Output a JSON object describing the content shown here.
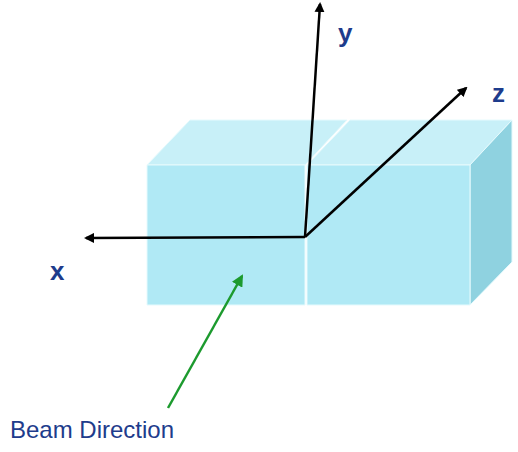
{
  "diagram": {
    "labels": [
      "y",
      "z",
      "x",
      "Beam Direction"
    ]
  }
}
